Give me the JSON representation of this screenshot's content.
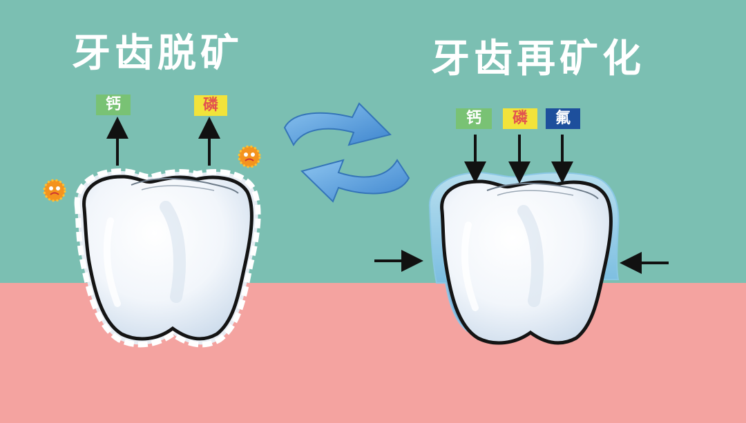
{
  "left_panel": {
    "title": "牙齿脱矿",
    "tags": {
      "calcium": "钙",
      "phosphorus": "磷"
    }
  },
  "right_panel": {
    "title": "牙齿再矿化",
    "tags": {
      "calcium": "钙",
      "phosphorus": "磷",
      "fluorine": "氟"
    }
  },
  "colors": {
    "upper_background": "#7bbfb2",
    "lower_background": "#f4a3a0",
    "calcium_tag": "#79c274",
    "phosphorus_tag": "#f2e33a",
    "fluorine_tag": "#1d4f9c",
    "cycle_arrow": "#4f97d9",
    "enamel_layer": "#8cc8ea",
    "bacteria": "#f4931e"
  },
  "icons": {
    "cycle": "cycle-arrows-icon",
    "bacteria": "bacteria-icon",
    "tooth": "tooth-icon"
  }
}
